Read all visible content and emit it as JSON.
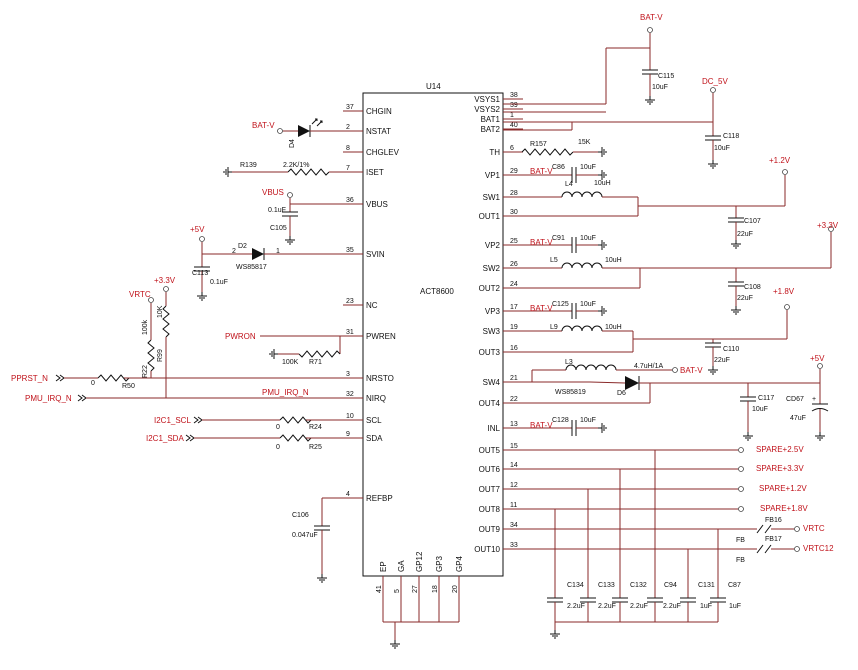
{
  "ic": {
    "ref": "U14",
    "name": "ACT8600"
  },
  "left_pins": [
    {
      "num": "37",
      "name": "CHGIN"
    },
    {
      "num": "2",
      "name": "NSTAT"
    },
    {
      "num": "8",
      "name": "CHGLEV"
    },
    {
      "num": "7",
      "name": "ISET"
    },
    {
      "num": "36",
      "name": "VBUS"
    },
    {
      "num": "35",
      "name": "SVIN"
    },
    {
      "num": "23",
      "name": "NC"
    },
    {
      "num": "31",
      "name": "PWREN"
    },
    {
      "num": "3",
      "name": "NRSTO"
    },
    {
      "num": "32",
      "name": "NIRQ"
    },
    {
      "num": "10",
      "name": "SCL"
    },
    {
      "num": "9",
      "name": "SDA"
    },
    {
      "num": "4",
      "name": "REFBP"
    }
  ],
  "right_pins": [
    {
      "num": "38",
      "name": "VSYS1"
    },
    {
      "num": "39",
      "name": "VSYS2"
    },
    {
      "num": "1",
      "name": "BAT1"
    },
    {
      "num": "40",
      "name": "BAT2"
    },
    {
      "num": "6",
      "name": "TH"
    },
    {
      "num": "29",
      "name": "VP1"
    },
    {
      "num": "28",
      "name": "SW1"
    },
    {
      "num": "30",
      "name": "OUT1"
    },
    {
      "num": "25",
      "name": "VP2"
    },
    {
      "num": "26",
      "name": "SW2"
    },
    {
      "num": "24",
      "name": "OUT2"
    },
    {
      "num": "17",
      "name": "VP3"
    },
    {
      "num": "19",
      "name": "SW3"
    },
    {
      "num": "16",
      "name": "OUT3"
    },
    {
      "num": "21",
      "name": "SW4"
    },
    {
      "num": "22",
      "name": "OUT4"
    },
    {
      "num": "13",
      "name": "INL"
    },
    {
      "num": "15",
      "name": "OUT5"
    },
    {
      "num": "14",
      "name": "OUT6"
    },
    {
      "num": "12",
      "name": "OUT7"
    },
    {
      "num": "11",
      "name": "OUT8"
    },
    {
      "num": "34",
      "name": "OUT9"
    },
    {
      "num": "33",
      "name": "OUT10"
    }
  ],
  "bottom_pins": [
    {
      "num": "41",
      "name": "EP"
    },
    {
      "num": "5",
      "name": "GA"
    },
    {
      "num": "27",
      "name": "GP12"
    },
    {
      "num": "18",
      "name": "GP3"
    },
    {
      "num": "20",
      "name": "GP4"
    }
  ],
  "nets": {
    "bat_v": "BAT-V",
    "dc_5v": "DC_5V",
    "vbus": "VBUS",
    "plus_5v": "+5V",
    "plus_3v3": "+3.3V",
    "vrtc": "VRTC",
    "pwron": "PWRON",
    "pprst_n": "PPRST_N",
    "pmu_irq_n": "PMU_IRQ_N",
    "pmu_irq_n_bus": "PMU_IRQ_N",
    "i2c1_scl": "I2C1_SCL",
    "i2c1_sda": "I2C1_SDA",
    "plus_1v2": "+1.2V",
    "plus_1v8": "+1.8V",
    "spare_2v5": "SPARE+2.5V",
    "spare_3v3": "SPARE+3.3V",
    "spare_1v2": "SPARE+1.2V",
    "spare_1v8": "SPARE+1.8V",
    "vrtc_out": "VRTC",
    "vrtc12_out": "VRTC12"
  },
  "parts": {
    "c115": {
      "ref": "C115",
      "val": "10uF"
    },
    "c118": {
      "ref": "C118",
      "val": "10uF"
    },
    "r157": {
      "ref": "R157",
      "val": "15K"
    },
    "c86": {
      "ref": "C86",
      "val": "10uF"
    },
    "l4": {
      "ref": "L4",
      "val": "10uH"
    },
    "c107": {
      "ref": "C107",
      "val": "22uF"
    },
    "c91": {
      "ref": "C91",
      "val": "10uF"
    },
    "l5": {
      "ref": "L5",
      "val": "10uH"
    },
    "c108": {
      "ref": "C108",
      "val": "22uF"
    },
    "c125": {
      "ref": "C125",
      "val": "10uF"
    },
    "l9": {
      "ref": "L9",
      "val": "10uH"
    },
    "c110": {
      "ref": "C110",
      "val": "22uF"
    },
    "l3": {
      "ref": "L3",
      "val": "4.7uH/1A"
    },
    "d6": {
      "ref": "D6",
      "val": "WS85819"
    },
    "c117": {
      "ref": "C117",
      "val": "10uF"
    },
    "cd67": {
      "ref": "CD67",
      "val": "47uF"
    },
    "c128": {
      "ref": "C128",
      "val": "10uF"
    },
    "fb16": {
      "ref": "FB16",
      "val": "FB"
    },
    "fb17": {
      "ref": "FB17",
      "val": "FB"
    },
    "c134": {
      "ref": "C134",
      "val": "2.2uF"
    },
    "c133": {
      "ref": "C133",
      "val": "2.2uF"
    },
    "c132": {
      "ref": "C132",
      "val": "2.2uF"
    },
    "c94": {
      "ref": "C94",
      "val": "2.2uF"
    },
    "c131": {
      "ref": "C131",
      "val": "1uF"
    },
    "c87": {
      "ref": "C87",
      "val": "1uF"
    },
    "d4": {
      "ref": "D4"
    },
    "r139": {
      "ref": "R139",
      "val": "2.2K/1%"
    },
    "c105": {
      "ref": "C105",
      "val": "0.1uF"
    },
    "d2": {
      "ref": "D2",
      "val": "WS85817",
      "pin1": "1",
      "pin2": "2"
    },
    "c113": {
      "ref": "C113",
      "val": "0.1uF"
    },
    "r71": {
      "ref": "R71",
      "val": "100K"
    },
    "r22": {
      "ref": "R22",
      "val": "100k"
    },
    "r99": {
      "ref": "R99",
      "val": "10K"
    },
    "r50": {
      "ref": "R50",
      "val": "0"
    },
    "r24": {
      "ref": "R24",
      "val": "0"
    },
    "r25": {
      "ref": "R25",
      "val": "0"
    },
    "c106": {
      "ref": "C106",
      "val": "0.047uF"
    }
  }
}
